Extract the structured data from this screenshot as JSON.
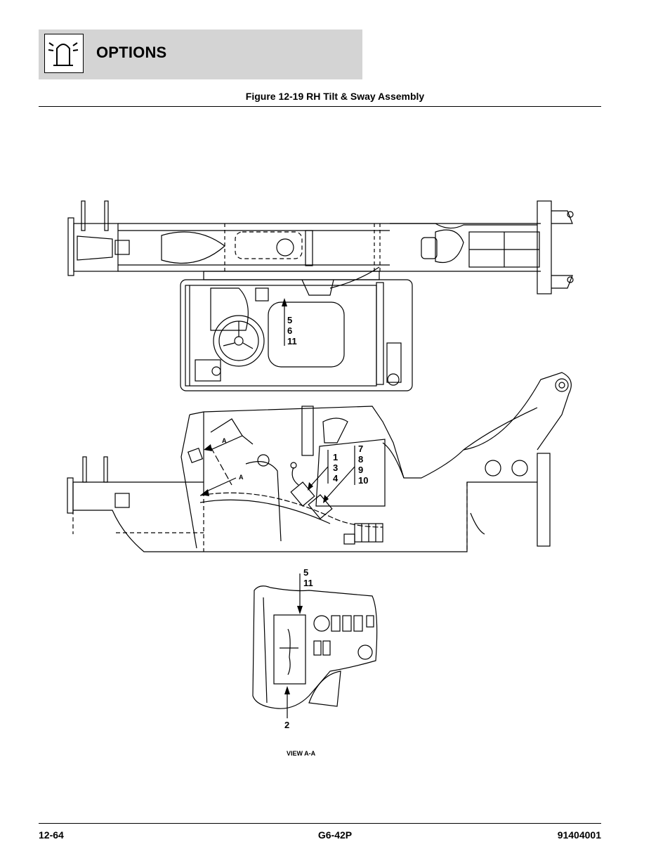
{
  "header": {
    "section_title": "OPTIONS",
    "icon": "beacon-light-icon"
  },
  "figure": {
    "caption": "Figure 12-19 RH Tilt & Sway Assembly"
  },
  "callouts": {
    "upper": [
      "5",
      "6",
      "11"
    ],
    "mid_left": [
      "1",
      "3",
      "4"
    ],
    "mid_right": [
      "7",
      "8",
      "9",
      "10"
    ],
    "section_marker": "A",
    "view_top": [
      "5",
      "11"
    ],
    "view_bottom": "2"
  },
  "view_label": "VIEW A-A",
  "footer": {
    "page_number": "12-64",
    "model": "G6-42P",
    "part_number": "91404001"
  }
}
